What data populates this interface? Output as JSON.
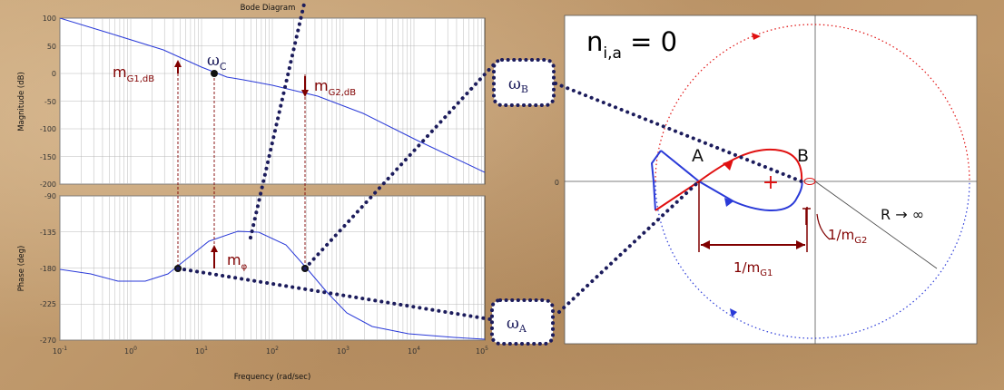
{
  "bode": {
    "title": "Bode Diagram",
    "magnitude_ylabel": "Magnitude (dB)",
    "phase_ylabel": "Phase (deg)",
    "xlabel": "Frequency  (rad/sec)",
    "mag_ticks": [
      "100",
      "50",
      "0",
      "-50",
      "-100",
      "-150",
      "-200"
    ],
    "phase_ticks": [
      "-90",
      "-135",
      "-180",
      "-225",
      "-270"
    ],
    "freq_ticks": [
      {
        "base": "10",
        "exp": "-1"
      },
      {
        "base": "10",
        "exp": "0"
      },
      {
        "base": "10",
        "exp": "1"
      },
      {
        "base": "10",
        "exp": "2"
      },
      {
        "base": "10",
        "exp": "3"
      },
      {
        "base": "10",
        "exp": "4"
      },
      {
        "base": "10",
        "exp": "5"
      }
    ],
    "omega_c": {
      "main": "ω",
      "sub": "C"
    },
    "m_g1": {
      "main": "m",
      "sub": "G1,dB"
    },
    "m_g2": {
      "main": "m",
      "sub": "G2,dB"
    },
    "m_phi": {
      "main": "m",
      "sub": "φ"
    }
  },
  "bubbles": {
    "b": {
      "main": "ω",
      "sub": "B"
    },
    "a": {
      "main": "ω",
      "sub": "A"
    }
  },
  "nyquist": {
    "n_label": {
      "main": "n",
      "sub": "i,a",
      "rest": " = 0"
    },
    "zero_label": "0",
    "point_a": "A",
    "point_b": "B",
    "r_label": "R → ∞",
    "inv_m_g1": {
      "main": "1/m",
      "sub": "G1"
    },
    "inv_m_g2": {
      "main": "1/m",
      "sub": "G2"
    },
    "plus": "+"
  },
  "colors": {
    "curve_blue": "#2a3ad8",
    "curve_red": "#e01010",
    "dotted_navy": "#1c1c5c",
    "annotation_maroon": "#800000"
  }
}
